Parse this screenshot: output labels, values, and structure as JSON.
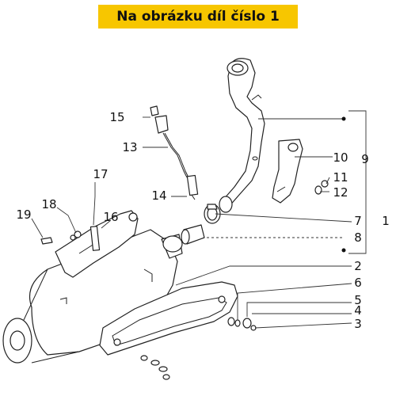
{
  "banner": {
    "title": "Na obrázku díl číslo 1"
  },
  "callouts": {
    "c1": "1",
    "c2": "2",
    "c3": "3",
    "c4": "4",
    "c5": "5",
    "c6": "6",
    "c7": "7",
    "c8": "8",
    "c9": "9",
    "c10": "10",
    "c11": "11",
    "c12": "12",
    "c13": "13",
    "c14": "14",
    "c15": "15",
    "c16": "16",
    "c17": "17",
    "c18": "18",
    "c19": "19"
  }
}
